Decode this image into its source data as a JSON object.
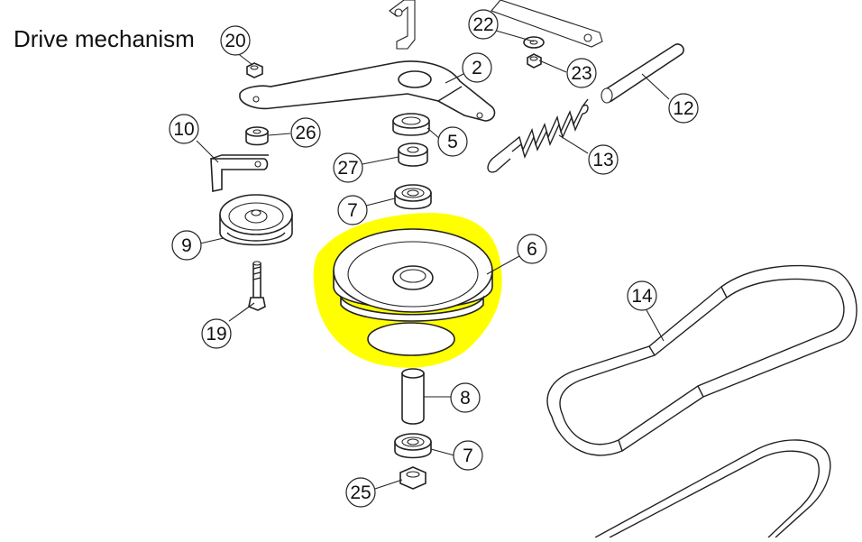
{
  "title": "Drive mechanism",
  "highlight_color": "#ffff00",
  "callouts": [
    {
      "id": "c20",
      "label": "20"
    },
    {
      "id": "c22",
      "label": "22"
    },
    {
      "id": "c23",
      "label": "23"
    },
    {
      "id": "c2",
      "label": "2"
    },
    {
      "id": "c12",
      "label": "12"
    },
    {
      "id": "c10",
      "label": "10"
    },
    {
      "id": "c26",
      "label": "26"
    },
    {
      "id": "c5",
      "label": "5"
    },
    {
      "id": "c27",
      "label": "27"
    },
    {
      "id": "c13",
      "label": "13"
    },
    {
      "id": "c7a",
      "label": "7"
    },
    {
      "id": "c9",
      "label": "9"
    },
    {
      "id": "c6",
      "label": "6"
    },
    {
      "id": "c14",
      "label": "14"
    },
    {
      "id": "c19",
      "label": "19"
    },
    {
      "id": "c8",
      "label": "8"
    },
    {
      "id": "c7b",
      "label": "7"
    },
    {
      "id": "c25",
      "label": "25"
    }
  ]
}
